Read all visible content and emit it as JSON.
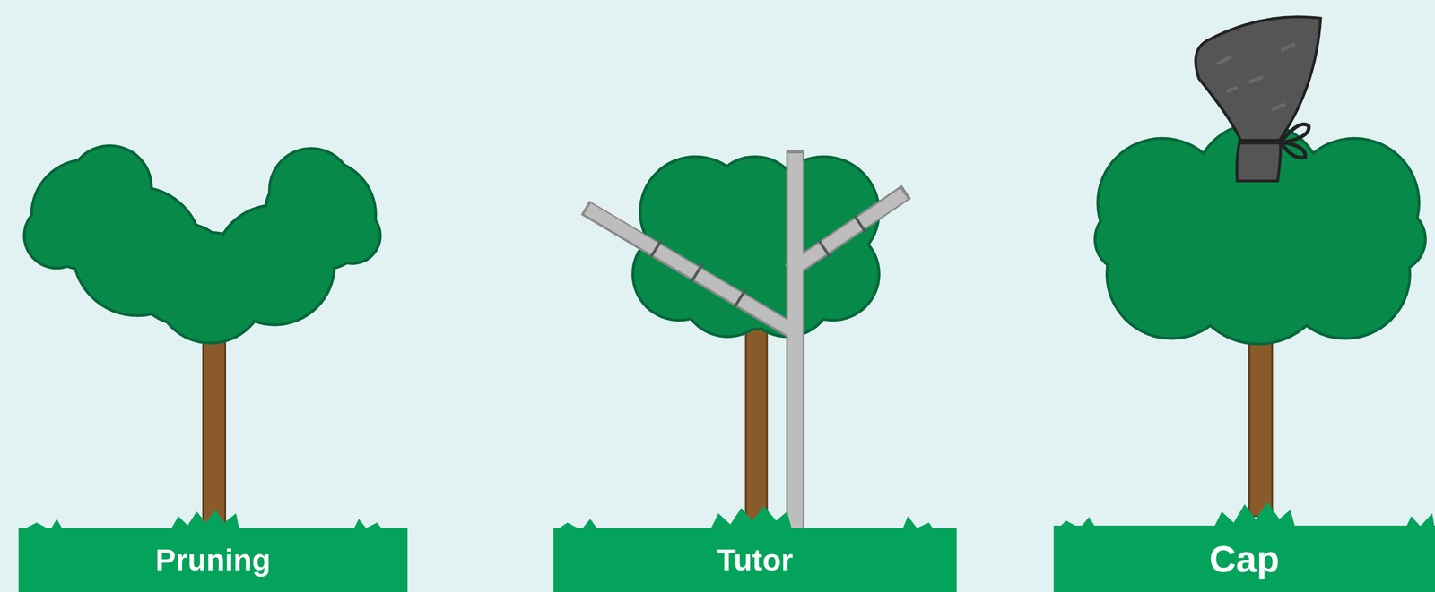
{
  "diagram": {
    "nodes": [
      {
        "text": [
          "Pruning"
        ]
      },
      {
        "text": [
          "Tutor"
        ]
      },
      {
        "text": [
          "Cap"
        ]
      }
    ]
  }
}
